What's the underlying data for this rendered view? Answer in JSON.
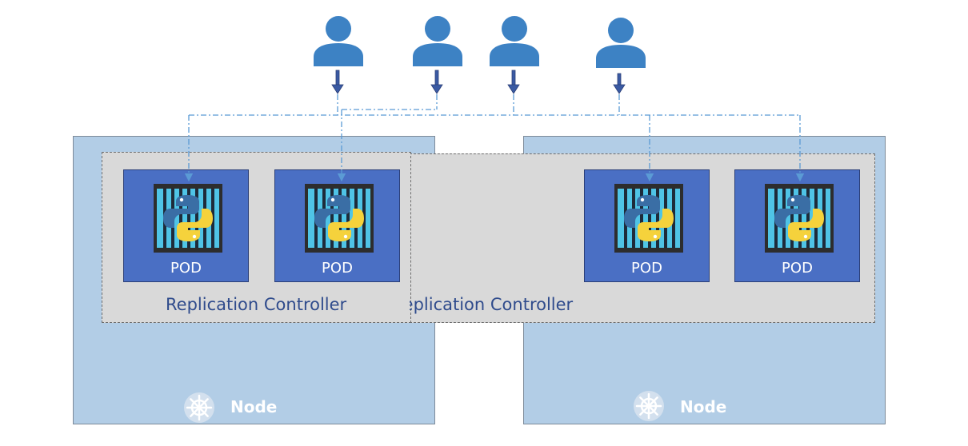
{
  "nodes": [
    {
      "label": "Node"
    },
    {
      "label": "Node"
    }
  ],
  "replication_controllers": [
    {
      "label": "Replication Controller"
    },
    {
      "label": "Replication Controller"
    }
  ],
  "pods": [
    {
      "label": "POD"
    },
    {
      "label": "POD"
    },
    {
      "label": "POD"
    },
    {
      "label": "POD"
    }
  ],
  "icons": {
    "user": "user-icon",
    "container": "python-container-icon",
    "node": "kubernetes-helm-icon"
  },
  "colors": {
    "node_fill": "#b2cde6",
    "rc_fill": "#d9d9d9",
    "pod_fill": "#4a6fc4",
    "user": "#3d82c4",
    "arrow": "#3a5aa3",
    "route_line": "#5b9bd5"
  }
}
